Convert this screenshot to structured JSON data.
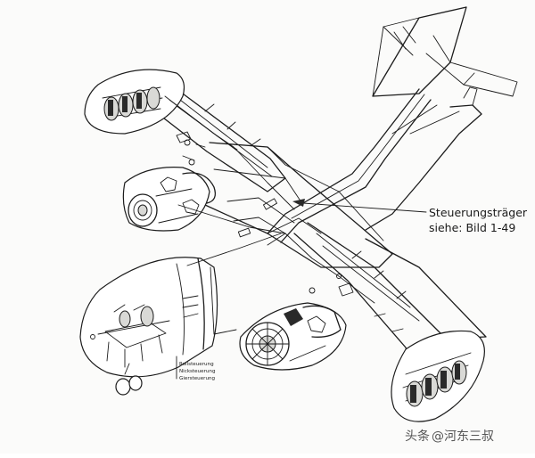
{
  "callout": {
    "line1": "Steuerungsträger",
    "line2": "siehe:  Bild 1-49"
  },
  "small_labels": {
    "a": "Rollsteuerung",
    "b": "Nicksteuerung",
    "c": "Giersteuerung"
  },
  "watermark": {
    "platform": "头条",
    "handle": "@河东三叔"
  }
}
